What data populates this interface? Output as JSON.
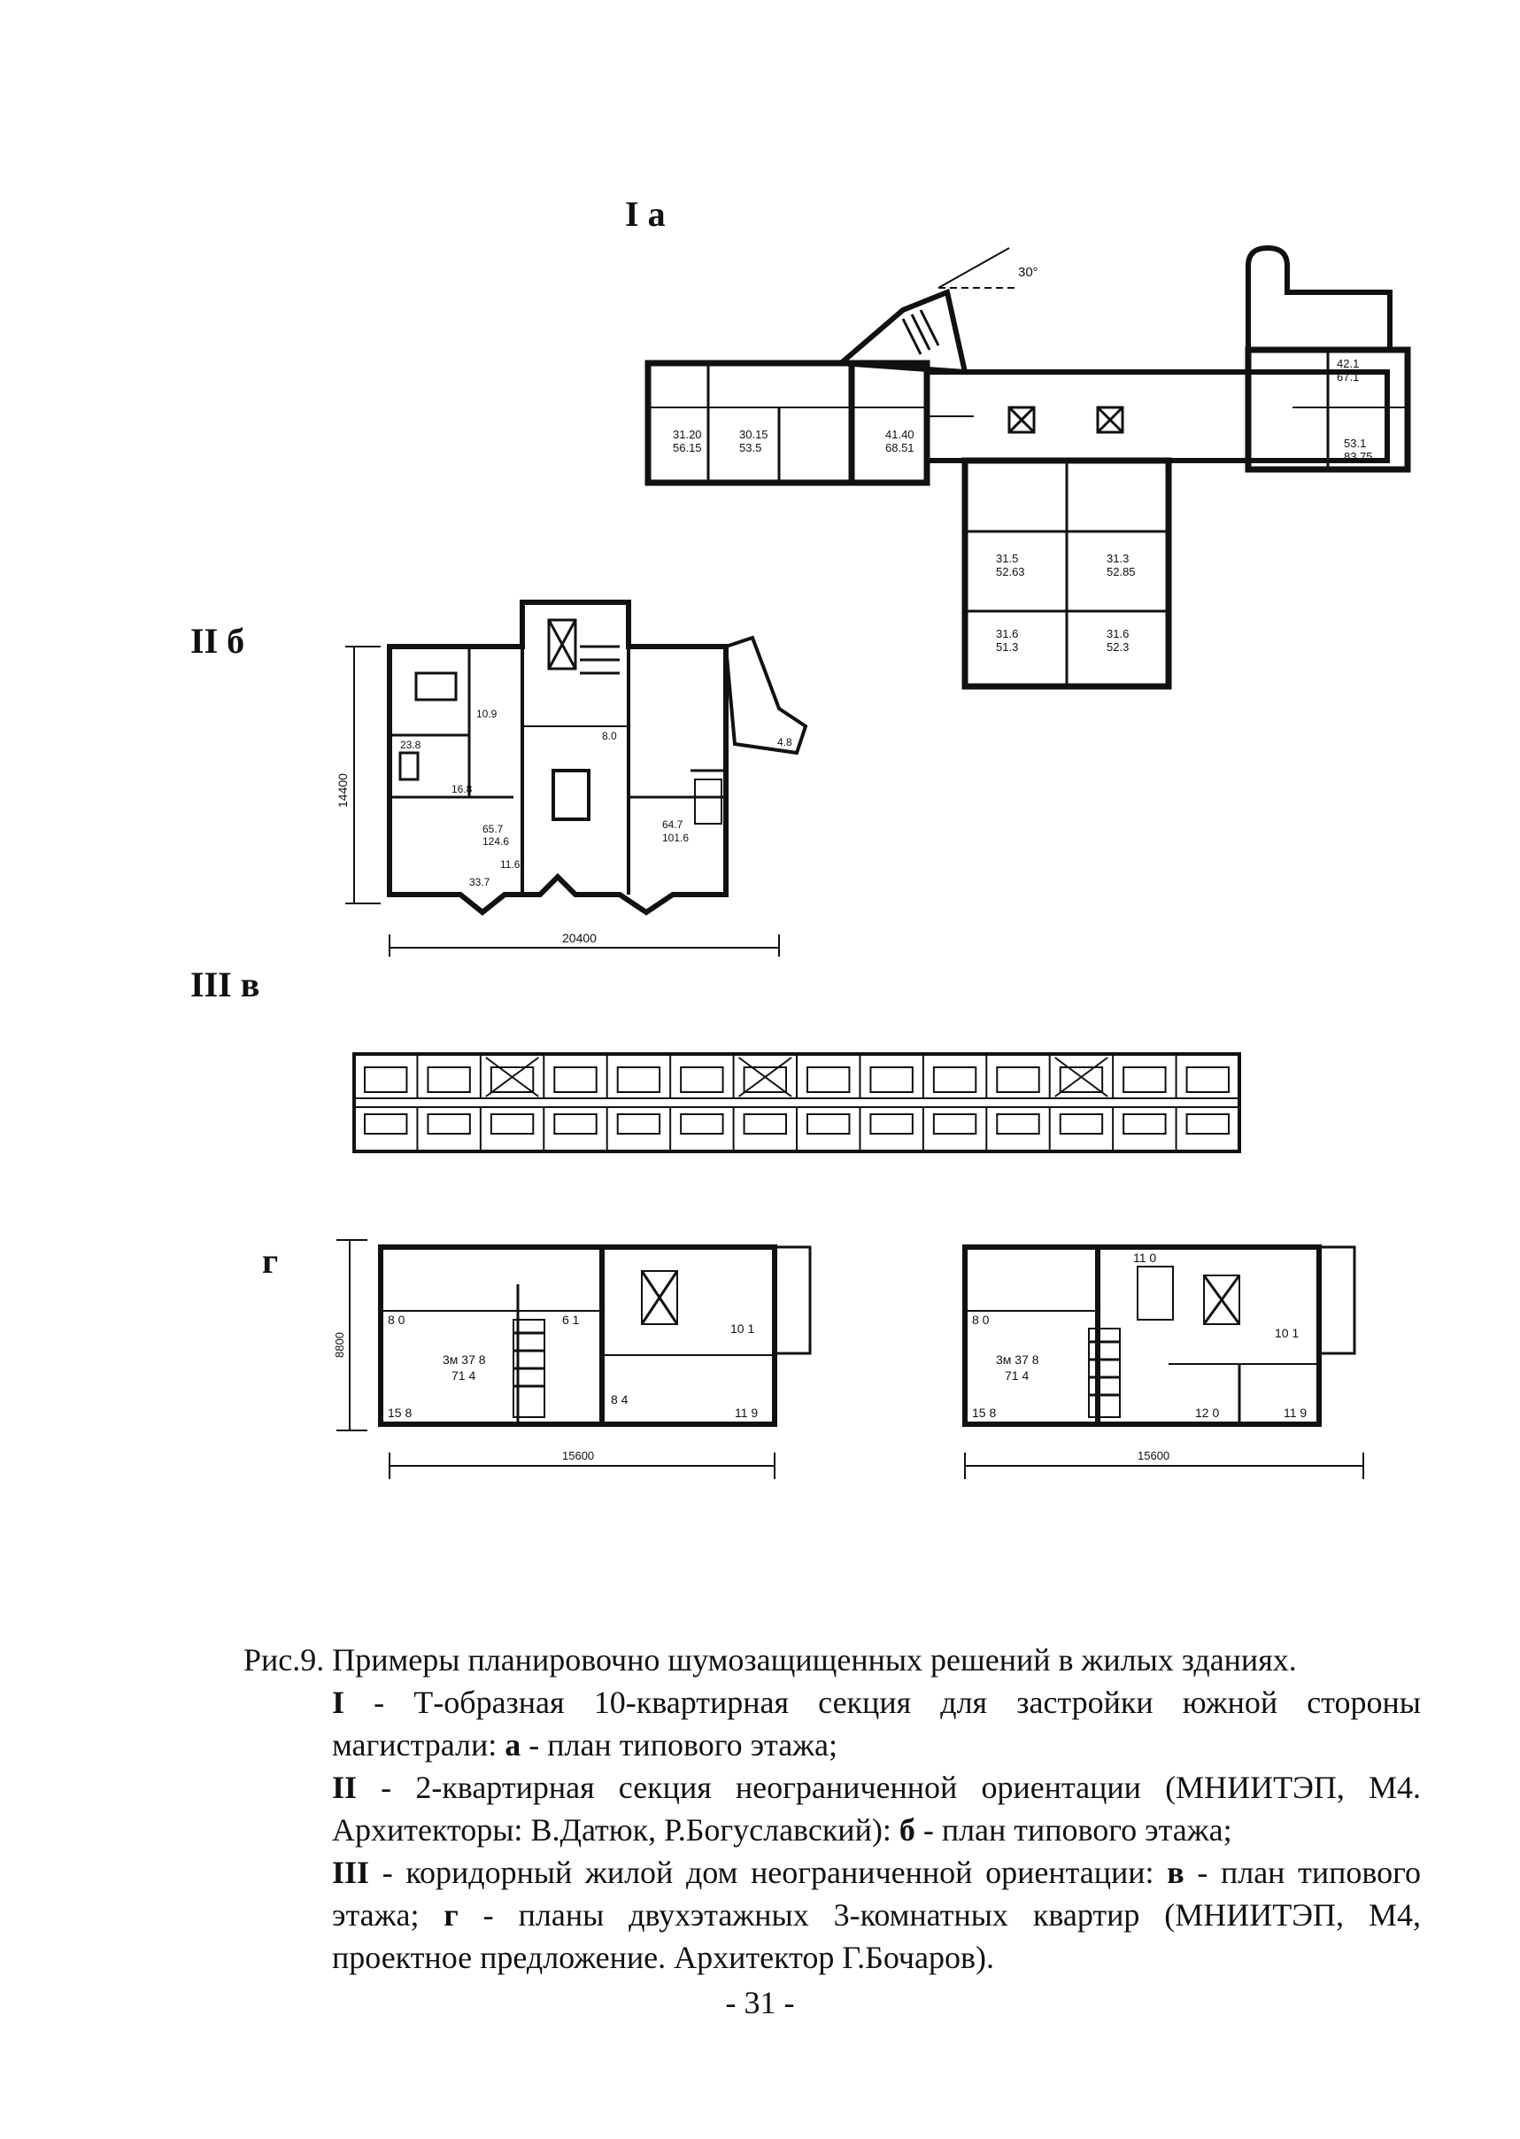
{
  "figure_labels": {
    "I_a": "I а",
    "II_b": "II   б",
    "III_v": "III  в",
    "g": "г"
  },
  "plan_I": {
    "angle": "30°",
    "rooms": [
      {
        "top": "31.20",
        "bottom": "56.15"
      },
      {
        "top": "30.15",
        "bottom": "53.5"
      },
      {
        "top": "41.40",
        "bottom": "68.51"
      },
      {
        "top": "42.1",
        "bottom": "67.1"
      },
      {
        "top": "53.1",
        "bottom": "83.75"
      },
      {
        "top": "31.5",
        "bottom": "52.63"
      },
      {
        "top": "31.3",
        "bottom": "52.85"
      },
      {
        "top": "31.6",
        "bottom": "51.3"
      },
      {
        "top": "31.6",
        "bottom": "52.3"
      }
    ]
  },
  "plan_II": {
    "dim_height": "14400",
    "dim_width": "20400",
    "labels": [
      "23.8",
      "16.8",
      "65.7",
      "124.6",
      "11.6",
      "33.7",
      "64.7",
      "101.6",
      "4.8",
      "10.9",
      "8.0"
    ]
  },
  "plan_G1": {
    "dim_height": "8800",
    "dim_width": "15600",
    "labels": [
      "8 0",
      "6 1",
      "10 1",
      "3м 37 8",
      "71 4",
      "15 8",
      "8 4",
      "11 9"
    ]
  },
  "plan_G2": {
    "dim_width": "15600",
    "labels": [
      "11 0",
      "8 0",
      "10 1",
      "3м 37 8",
      "71 4",
      "15 8",
      "12 0",
      "11 9"
    ]
  },
  "caption": {
    "title": "Рис.9. Примеры планировочно шумозащищенных решений в жилых зданиях.",
    "items": [
      {
        "num": "I",
        "text": " - Т-образная   10-квартирная секция для застройки южной стороны магистрали: ",
        "key": "а",
        "tail": " - план типового этажа;"
      },
      {
        "num": "II",
        "text": " - 2-квартирная секция неограниченной ориентации (МНИИТЭП, М4. Архитекторы: В.Датюк, Р.Богуславский): ",
        "key": "б",
        "tail": " - план типового этажа;"
      },
      {
        "num": "III",
        "text": " - коридорный жилой дом неограниченной ориентации: ",
        "key": "в",
        "tail": " - план типового этажа; ",
        "key2": "г",
        "tail2": " - планы двухэтажных 3-комнатных квартир (МНИИТЭП, М4, проектное предложение. Архитектор Г.Бочаров)."
      }
    ]
  },
  "page_number": "- 31 -"
}
